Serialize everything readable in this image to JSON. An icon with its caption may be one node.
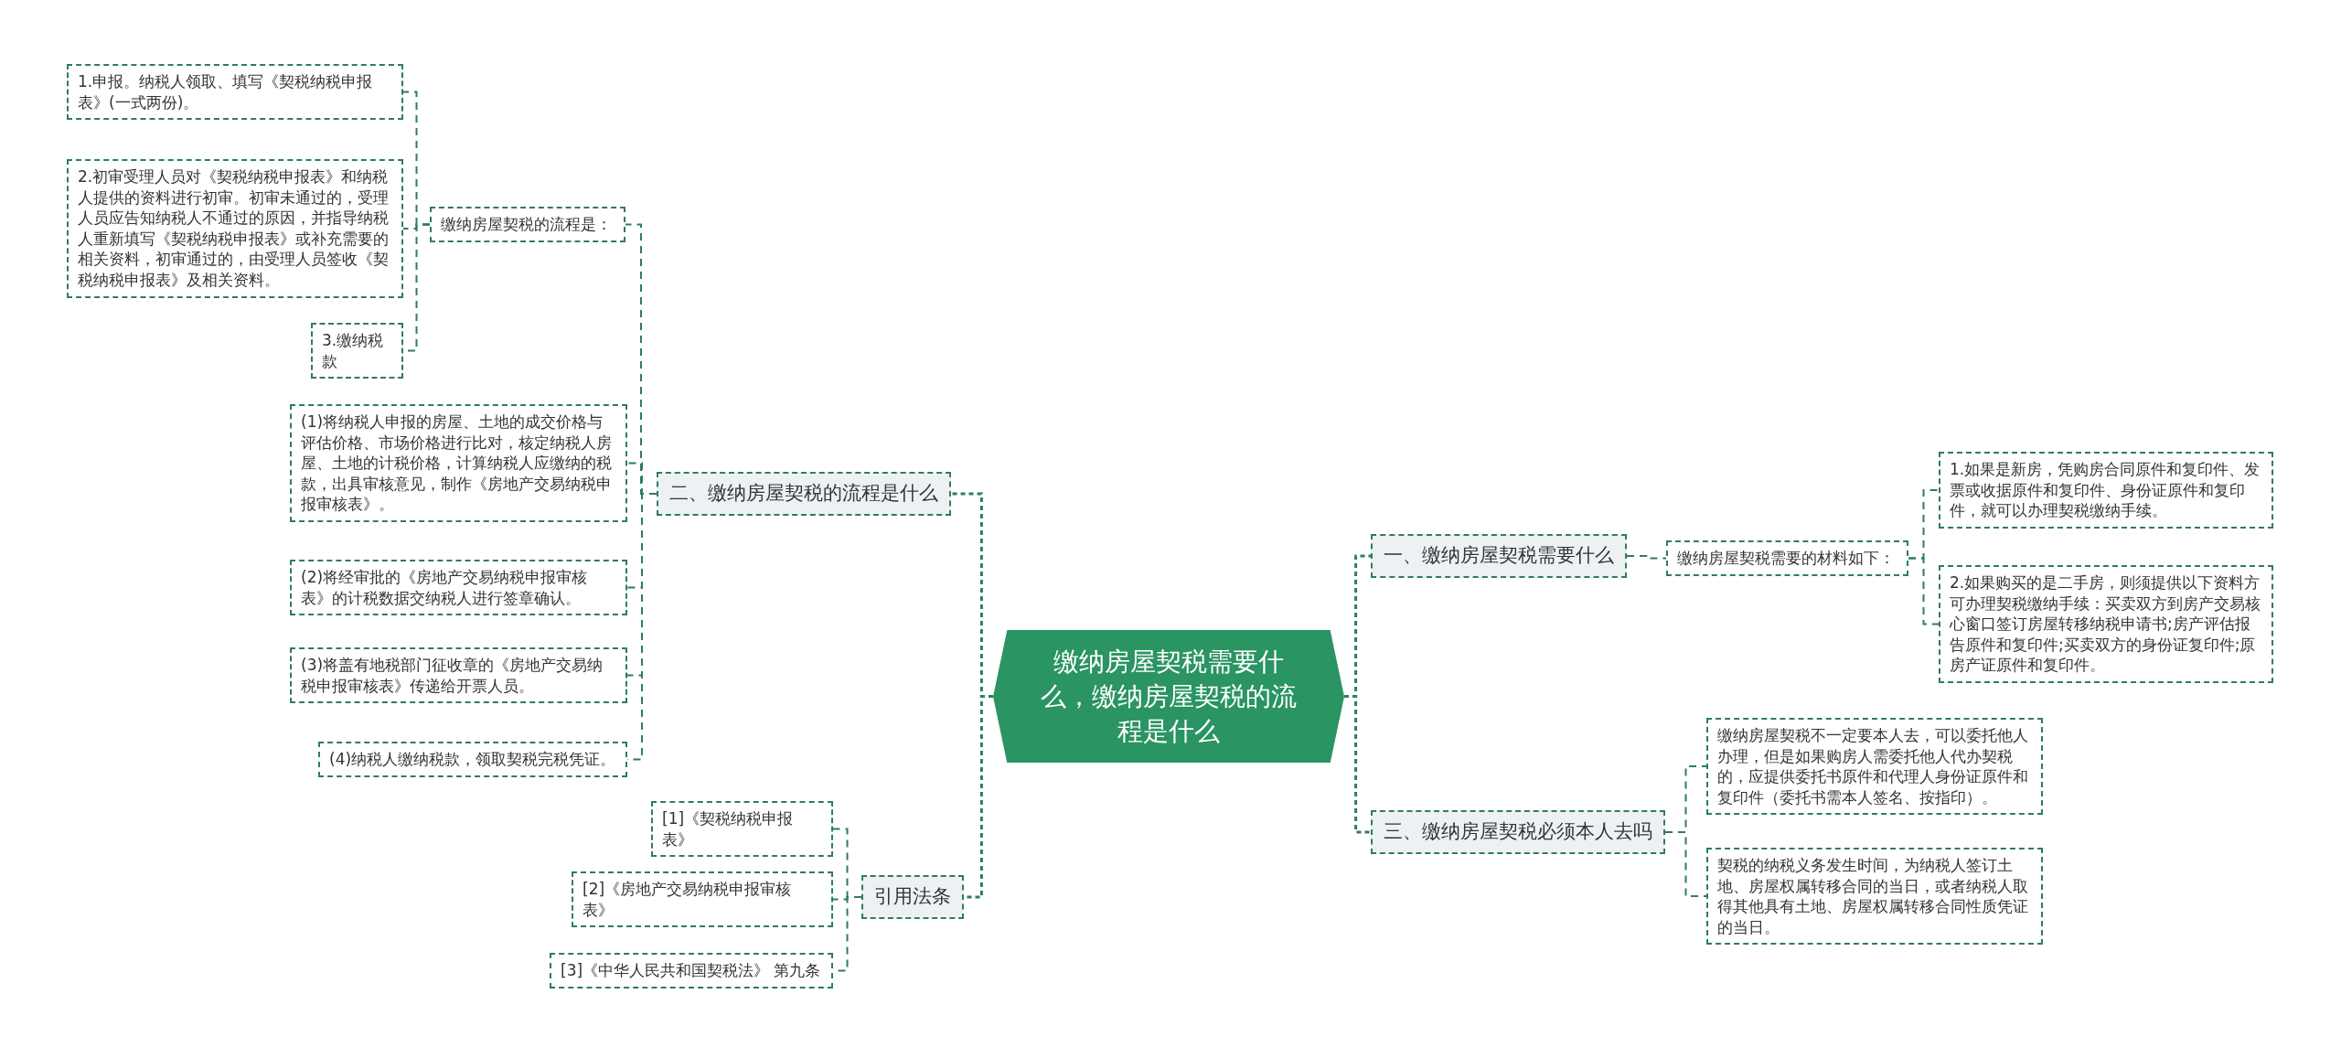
{
  "diagram": {
    "nodes": [
      {
        "text": [
          "缴纳房屋契税需要什么，缴纳房屋契税的流程是什么"
        ]
      },
      {
        "text": [
          "一、缴纳房屋契税需要什么"
        ]
      },
      {
        "text": [
          "缴纳房屋契税需要的材料如下："
        ]
      },
      {
        "text": [
          "1.如果是新房，凭购房合同原件和复印件、发票或收据原件和复印件、身份证原件和复印件，就可以办理契税缴纳手续。"
        ]
      },
      {
        "text": [
          "2.如果购买的是二手房，则须提供以下资料方可办理契税缴纳手续：买卖双方到房产交易核心窗口签订房屋转移纳税申请书;房产评估报告原件和复印件;买卖双方的身份证复印件;原房产证原件和复印件。"
        ]
      },
      {
        "text": [
          "三、缴纳房屋契税必须本人去吗"
        ]
      },
      {
        "text": [
          "缴纳房屋契税不一定要本人去，可以委托他人办理，但是如果购房人需委托他人代办契税的，应提供委托书原件和代理人身份证原件和复印件（委托书需本人签名、按指印）。"
        ]
      },
      {
        "text": [
          "契税的纳税义务发生时间，为纳税人签订土地、房屋权属转移合同的当日，或者纳税人取得其他具有土地、房屋权属转移合同性质凭证的当日。"
        ]
      },
      {
        "text": [
          "二、缴纳房屋契税的流程是什么"
        ]
      },
      {
        "text": [
          "缴纳房屋契税的流程是："
        ]
      },
      {
        "text": [
          "1.申报。纳税人领取、填写《契税纳税申报表》(一式两份)。"
        ]
      },
      {
        "text": [
          "2.初审受理人员对《契税纳税申报表》和纳税人提供的资料进行初审。初审未通过的，受理人员应告知纳税人不通过的原因，并指导纳税人重新填写《契税纳税申报表》或补充需要的相关资料，初审通过的，由受理人员签收《契税纳税申报表》及相关资料。"
        ]
      },
      {
        "text": [
          "3.缴纳税款"
        ]
      },
      {
        "text": [
          "(1)将纳税人申报的房屋、土地的成交价格与评估价格、市场价格进行比对，核定纳税人房屋、土地的计税价格，计算纳税人应缴纳的税款，出具审核意见，制作《房地产交易纳税申报审核表》。"
        ]
      },
      {
        "text": [
          "(2)将经审批的《房地产交易纳税申报审核表》的计税数据交纳税人进行签章确认。"
        ]
      },
      {
        "text": [
          "(3)将盖有地税部门征收章的《房地产交易纳税申报审核表》传递给开票人员。"
        ]
      },
      {
        "text": [
          "(4)纳税人缴纳税款，领取契税完税凭证。"
        ]
      },
      {
        "text": [
          "引用法条"
        ]
      },
      {
        "text": [
          "[1]《契税纳税申报表》"
        ]
      },
      {
        "text": [
          "[2]《房地产交易纳税申报审核表》"
        ]
      },
      {
        "text": [
          "[3]《中华人民共和国契税法》 第九条"
        ]
      }
    ],
    "edges": [
      {
        "from": 0,
        "to": 1,
        "arrow": "none"
      },
      {
        "from": 1,
        "to": 2,
        "arrow": "none"
      },
      {
        "from": 2,
        "to": 3,
        "arrow": "none"
      },
      {
        "from": 2,
        "to": 4,
        "arrow": "none"
      },
      {
        "from": 0,
        "to": 5,
        "arrow": "none"
      },
      {
        "from": 5,
        "to": 6,
        "arrow": "none"
      },
      {
        "from": 5,
        "to": 7,
        "arrow": "none"
      },
      {
        "from": 0,
        "to": 8,
        "arrow": "none"
      },
      {
        "from": 8,
        "to": 9,
        "arrow": "none"
      },
      {
        "from": 9,
        "to": 10,
        "arrow": "none"
      },
      {
        "from": 9,
        "to": 11,
        "arrow": "none"
      },
      {
        "from": 9,
        "to": 12,
        "arrow": "none"
      },
      {
        "from": 8,
        "to": 13,
        "arrow": "none"
      },
      {
        "from": 8,
        "to": 14,
        "arrow": "none"
      },
      {
        "from": 8,
        "to": 15,
        "arrow": "none"
      },
      {
        "from": 8,
        "to": 16,
        "arrow": "none"
      },
      {
        "from": 0,
        "to": 17,
        "arrow": "none"
      },
      {
        "from": 17,
        "to": 18,
        "arrow": "none"
      },
      {
        "from": 17,
        "to": 19,
        "arrow": "none"
      },
      {
        "from": 17,
        "to": 20,
        "arrow": "none"
      }
    ]
  }
}
